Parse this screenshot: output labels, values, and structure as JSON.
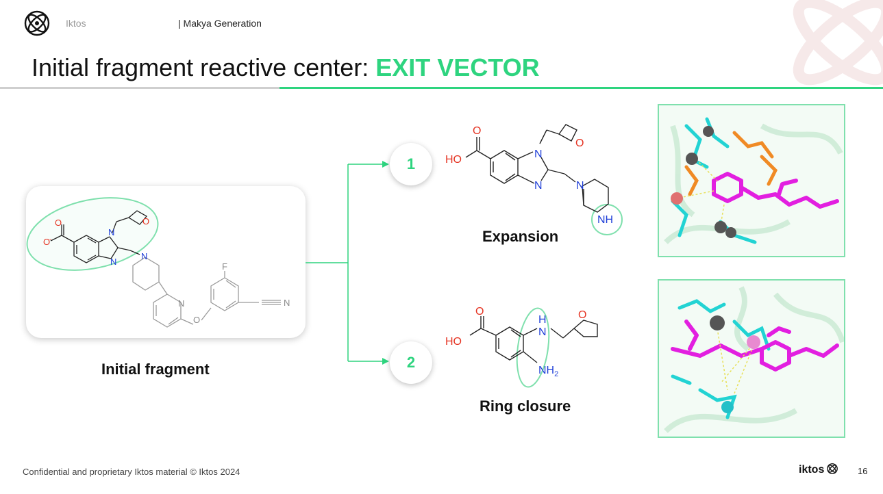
{
  "header": {
    "brand": "Iktos",
    "section": "| Makya Generation"
  },
  "title": {
    "main": "Initial fragment reactive center: ",
    "accent": "EXIT VECTOR"
  },
  "initial": {
    "caption": "Initial fragment",
    "atom_labels": {
      "o1": "O",
      "o2": "O",
      "charge": "-",
      "n1": "N",
      "n2": "N",
      "n3": "N",
      "o3": "O",
      "f": "F",
      "n4": "N",
      "n5": "N",
      "o4": "O"
    }
  },
  "steps": [
    {
      "number": "1",
      "caption": "Expansion"
    },
    {
      "number": "2",
      "caption": "Ring closure"
    }
  ],
  "expansion_mol": {
    "o1": "O",
    "ho": "HO",
    "n1": "N",
    "n2": "N",
    "o2": "O",
    "n3": "N",
    "nh": "NH"
  },
  "ring_mol": {
    "o1": "O",
    "ho": "HO",
    "h": "H",
    "n": "N",
    "o2": "O",
    "nh": "NH",
    "sub2": "2"
  },
  "footer": {
    "confidential": "Confidential and proprietary Iktos material   © Iktos 2024",
    "logo": "iktos",
    "page": "16"
  },
  "colors": {
    "accent": "#2ed47f",
    "oxygen": "#e53322",
    "nitrogen": "#1f3fd8",
    "ligand": "#e21fe0",
    "protein": "#22d3d3",
    "residue": "#f08a24"
  }
}
